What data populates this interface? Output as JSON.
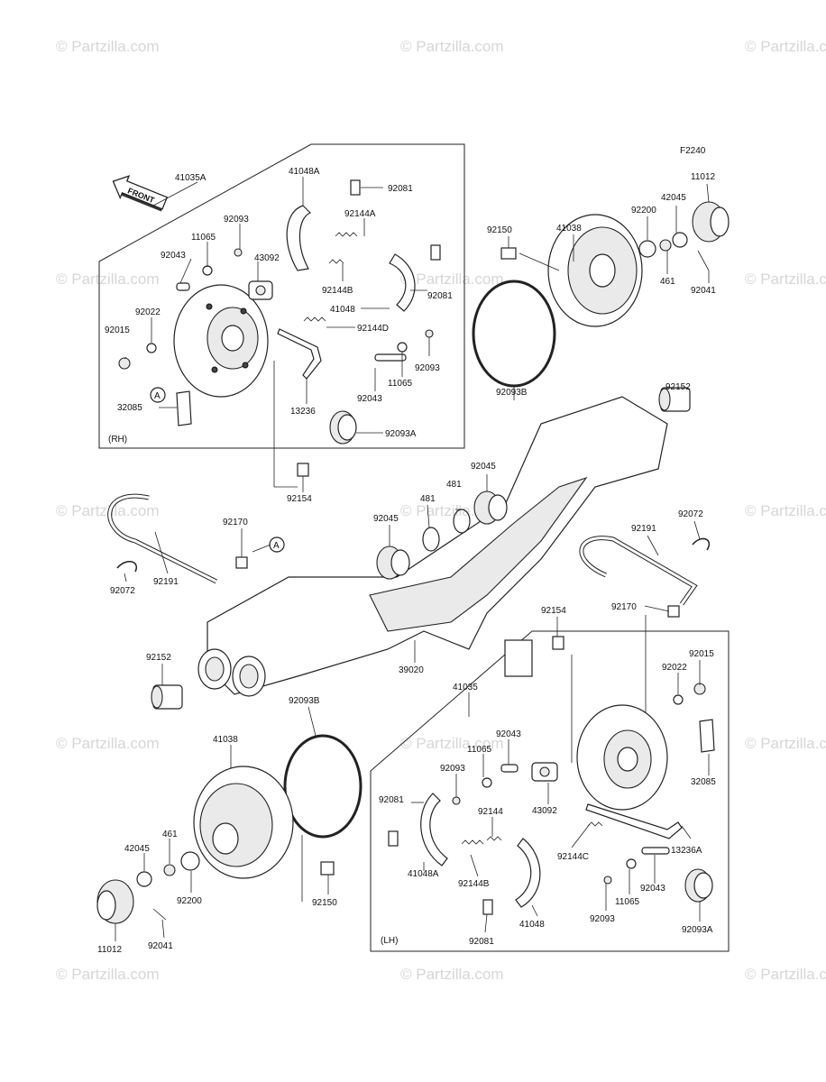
{
  "diagram": {
    "code": "F2240",
    "watermark": "© Partzilla.com",
    "front_label": "FRONT",
    "panels": {
      "rh": "(RH)",
      "lh": "(LH)"
    },
    "ref_marker": "A",
    "labels": {
      "l_41035A": "41035A",
      "l_41048A_top": "41048A",
      "l_92081_t1": "92081",
      "l_92144A": "92144A",
      "l_92093_t": "92093",
      "l_11065_t": "11065",
      "l_92043_t": "92043",
      "l_43092_t": "43092",
      "l_92022_t": "92022",
      "l_92015_t": "92015",
      "l_92144B_t": "92144B",
      "l_92081_t2": "92081",
      "l_41048_t": "41048",
      "l_92144D": "92144D",
      "l_92093_t2": "92093",
      "l_11065_t2": "11065",
      "l_92043_t2": "92043",
      "l_13236": "13236",
      "l_32085_t": "32085",
      "l_92093A_t": "92093A",
      "l_92154_t": "92154",
      "l_92150_t": "92150",
      "l_41038_t": "41038",
      "l_92093B_t": "92093B",
      "l_92200_t": "92200",
      "l_42045_t": "42045",
      "l_11012_t": "11012",
      "l_461_t": "461",
      "l_92041_t": "92041",
      "l_92152_t": "92152",
      "l_92045_t1": "92045",
      "l_481_t1": "481",
      "l_481_t2": "481",
      "l_92045_t2": "92045",
      "l_92170_t": "92170",
      "l_92191_t": "92191",
      "l_92072_t": "92072",
      "l_92072_r": "92072",
      "l_92191_r": "92191",
      "l_92170_r": "92170",
      "l_92154_b": "92154",
      "l_92152_b": "92152",
      "l_39020": "39020",
      "l_41035": "41035",
      "l_92015_b": "92015",
      "l_92022_b": "92022",
      "l_92043_b": "92043",
      "l_11065_b": "11065",
      "l_92093_b": "92093",
      "l_92081_b1": "92081",
      "l_92144": "92144",
      "l_43092_b": "43092",
      "l_32085_b": "32085",
      "l_41048A_b": "41048A",
      "l_92144B_b": "92144B",
      "l_92144C": "92144C",
      "l_13236A": "13236A",
      "l_92043_b2": "92043",
      "l_11065_b2": "11065",
      "l_92093_b2": "92093",
      "l_41048_b": "41048",
      "l_92081_b2": "92081",
      "l_92093A_b": "92093A",
      "l_92093B_b": "92093B",
      "l_41038_b": "41038",
      "l_461_b": "461",
      "l_42045_b": "42045",
      "l_92200_b": "92200",
      "l_92150_b": "92150",
      "l_11012_b": "11012",
      "l_92041_b": "92041"
    }
  }
}
